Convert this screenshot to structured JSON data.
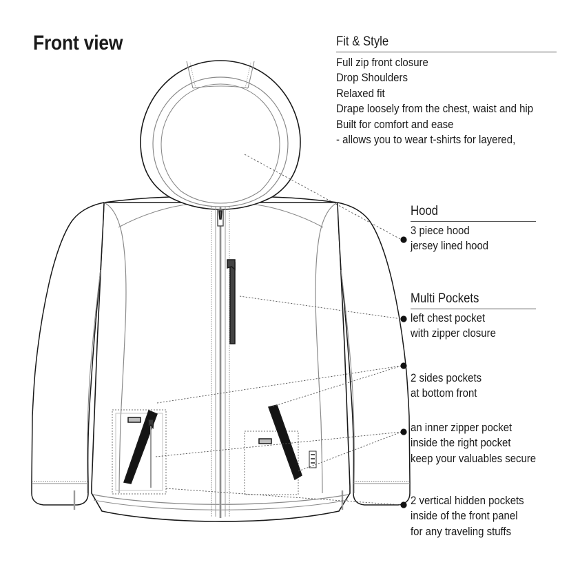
{
  "page": {
    "title": "Front view",
    "background_color": "#ffffff",
    "text_color": "#1a1a1a",
    "rule_color": "#555555"
  },
  "garment": {
    "type": "hooded full-zip jacket technical flat",
    "view": "front",
    "line_color": "#1a1a1a",
    "secondary_line_color": "#808080",
    "dotted_line_color": "#707070",
    "zipper_dark_color": "#3f3f3f",
    "pocket_opening_color": "#141414",
    "label_tag_color": "#b8b8b8"
  },
  "annotations": [
    {
      "id": "fit-style",
      "heading": "Fit & Style",
      "lines": [
        "Full zip front closure",
        "Drop Shoulders",
        "Relaxed fit",
        "Drape loosely from the chest, waist and hip",
        "Built for comfort and ease",
        "- allows you to wear t-shirts for layered,"
      ]
    },
    {
      "id": "hood",
      "heading": "Hood",
      "lines": [
        "3 piece hood",
        "jersey lined hood"
      ]
    },
    {
      "id": "multi-pockets",
      "heading": "Multi Pockets",
      "lines": [
        "left chest pocket",
        "with zipper closure"
      ]
    },
    {
      "id": "side-pockets",
      "heading": "",
      "lines": [
        "2 sides pockets",
        "at bottom front"
      ]
    },
    {
      "id": "inner-zipper-pocket",
      "heading": "",
      "lines": [
        "an inner zipper pocket",
        "inside the right pocket",
        "keep your valuables secure"
      ]
    },
    {
      "id": "hidden-pockets",
      "heading": "",
      "lines": [
        "2 vertical hidden pockets",
        "inside of the front panel",
        "for any traveling stuffs"
      ]
    }
  ]
}
